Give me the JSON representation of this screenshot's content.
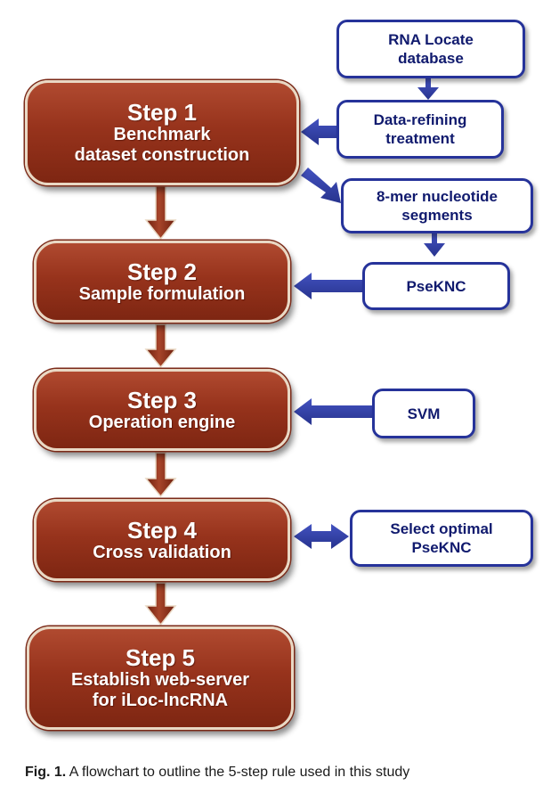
{
  "steps": [
    {
      "title": "Step 1",
      "lines": [
        "Benchmark",
        "dataset construction"
      ]
    },
    {
      "title": "Step 2",
      "lines": [
        "Sample formulation"
      ]
    },
    {
      "title": "Step 3",
      "lines": [
        "Operation engine"
      ]
    },
    {
      "title": "Step 4",
      "lines": [
        "Cross validation"
      ]
    },
    {
      "title": "Step 5",
      "lines": [
        "Establish web-server",
        "for iLoc-lncRNA"
      ]
    }
  ],
  "side_boxes": {
    "rna_locate": [
      "RNA Locate",
      "database"
    ],
    "data_refining": [
      "Data-refining",
      "treatment"
    ],
    "eight_mer": [
      "8-mer nucleotide",
      "segments"
    ],
    "pseknc": [
      "PseKNC"
    ],
    "svm": [
      "SVM"
    ],
    "select_optimal": [
      "Select optimal",
      "PseKNC"
    ]
  },
  "caption": {
    "label": "Fig. 1.",
    "text": " A flowchart to outline the 5-step rule used in this study"
  },
  "colors": {
    "step_fill": "#97331c",
    "step_border": "#e9d8c4",
    "side_border": "#26339a",
    "side_text": "#101a6e",
    "blue_arrow": "#3340a6",
    "red_arrow": "#8a2b16"
  }
}
